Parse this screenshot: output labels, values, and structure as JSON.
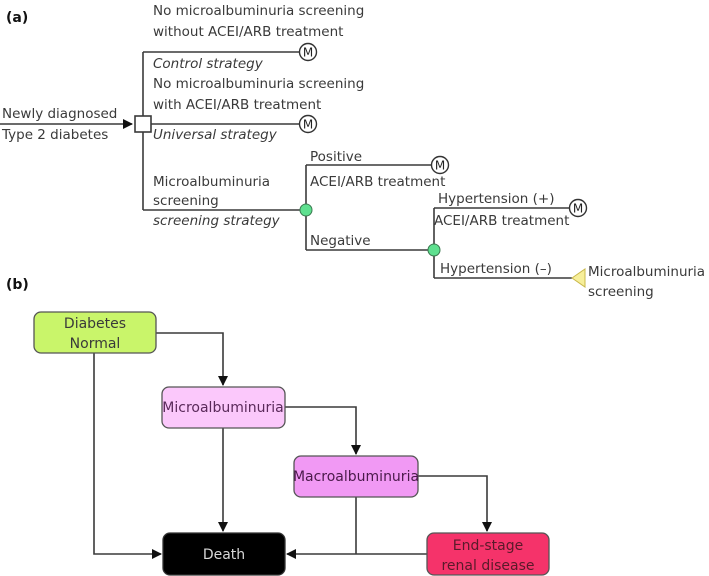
{
  "panel_a": {
    "label": "(a)",
    "start": {
      "line1": "Newly diagnosed",
      "line2": "Type 2 diabetes"
    },
    "branches": {
      "control": {
        "line1": "No microalbuminuria screening",
        "line2": "without ACEI/ARB treatment",
        "strategy": "Control strategy",
        "terminal": "M"
      },
      "universal": {
        "line1": "No microalbuminuria screening",
        "line2": "with ACEI/ARB treatment",
        "strategy": "Universal strategy",
        "terminal": "M"
      },
      "screening": {
        "line1": "Microalbuminuria",
        "line2": "screening",
        "strategy": "screening strategy"
      }
    },
    "screening_outcomes": {
      "positive": {
        "label": "Positive",
        "sublabel": "ACEI/ARB treatment",
        "terminal": "M"
      },
      "negative": {
        "label": "Negative"
      }
    },
    "hypertension_outcomes": {
      "plus": {
        "label": "Hypertension (+)",
        "sublabel": "ACEI/ARB treatment",
        "terminal": "M"
      },
      "minus": {
        "label": "Hypertension (–)",
        "terminal_line1": "Microalbuminuria",
        "terminal_line2": "screening"
      }
    },
    "colors": {
      "chance_node": "#5ee08f",
      "terminal_triangle": "#f7ef9a"
    }
  },
  "panel_b": {
    "label": "(b)",
    "states": [
      {
        "id": "diabetes-normal",
        "line1": "Diabetes",
        "line2": "Normal",
        "fill": "#c9f56a",
        "text_color": "#3a3a3a"
      },
      {
        "id": "microalbuminuria",
        "line1": "Microalbuminuria",
        "line2": "",
        "fill": "#fbc8fb",
        "text_color": "#5a2a5a"
      },
      {
        "id": "macroalbuminuria",
        "line1": "Macroalbuminuria",
        "line2": "",
        "fill": "#f199f4",
        "text_color": "#4a1a4a"
      },
      {
        "id": "death",
        "line1": "Death",
        "line2": "",
        "fill": "#000000",
        "text_color": "#d8d8d8"
      },
      {
        "id": "end-stage-renal-disease",
        "line1": "End-stage",
        "line2": "renal disease",
        "fill": "#f5336a",
        "text_color": "#5a1a2a"
      }
    ]
  }
}
